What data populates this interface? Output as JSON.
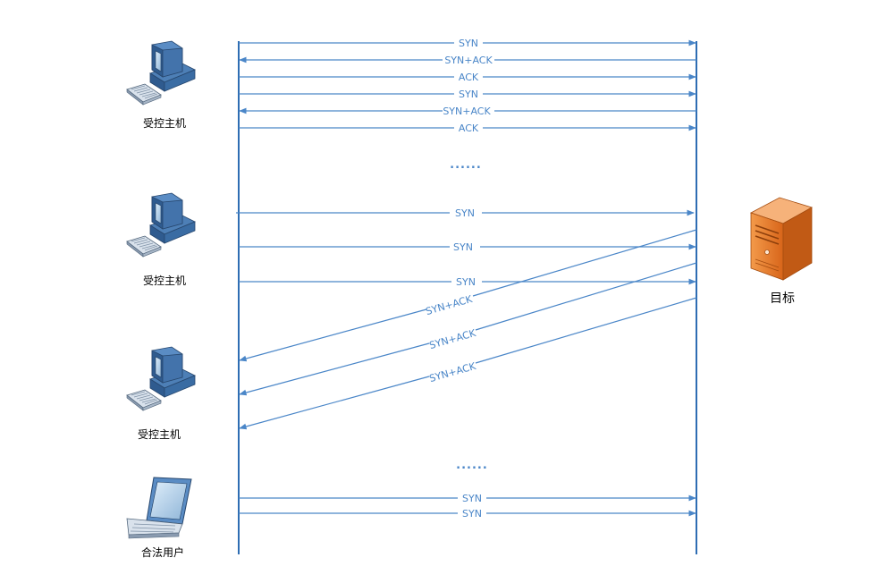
{
  "nodes": {
    "host1": "受控主机",
    "host2": "受控主机",
    "host3": "受控主机",
    "user": "合法用户",
    "target": "目标"
  },
  "ellipsis_1": "......",
  "ellipsis_2": "......",
  "messages": [
    {
      "label": "SYN",
      "direction": "to-target"
    },
    {
      "label": "SYN+ACK",
      "direction": "to-client"
    },
    {
      "label": "ACK",
      "direction": "to-target"
    },
    {
      "label": "SYN",
      "direction": "to-target"
    },
    {
      "label": "SYN+ACK",
      "direction": "to-client"
    },
    {
      "label": "ACK",
      "direction": "to-target"
    },
    {
      "label": "SYN",
      "direction": "to-target"
    },
    {
      "label": "SYN",
      "direction": "to-target"
    },
    {
      "label": "SYN",
      "direction": "to-target"
    },
    {
      "label": "SYN+ACK",
      "direction": "to-client"
    },
    {
      "label": "SYN+ACK",
      "direction": "to-client"
    },
    {
      "label": "SYN+ACK",
      "direction": "to-client"
    },
    {
      "label": "SYN",
      "direction": "to-target"
    },
    {
      "label": "SYN",
      "direction": "to-target"
    }
  ],
  "colors": {
    "lifeline": "#2e6db3",
    "arrow": "#4a86c8",
    "server": "#e87722"
  }
}
